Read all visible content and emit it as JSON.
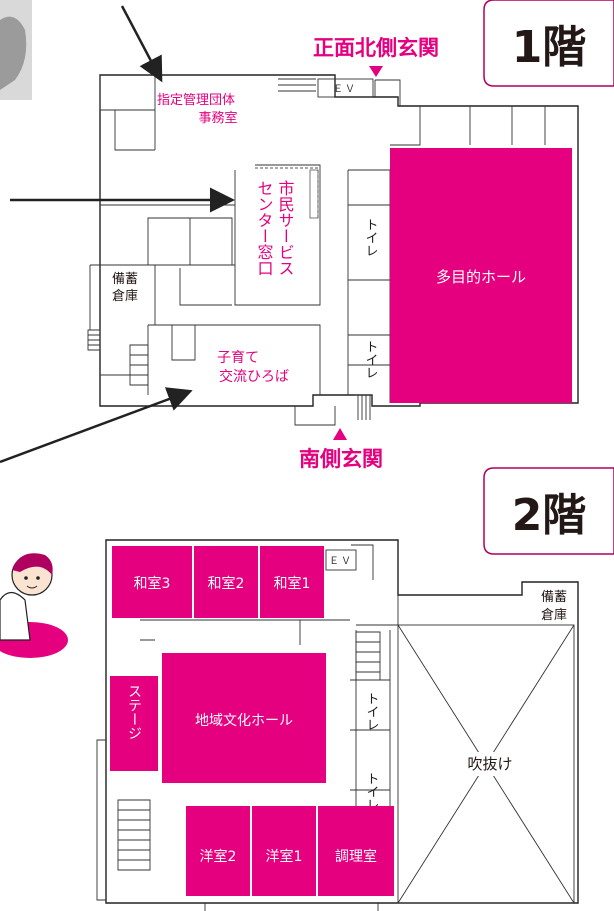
{
  "colors": {
    "accent": "#e4007f",
    "wall": "#222222",
    "text": "#231815"
  },
  "floor1": {
    "badge": "1階",
    "north_entrance": "正面北側玄関",
    "south_entrance": "南側玄関",
    "ev": "ＥＶ",
    "office_line1": "指定管理団体",
    "office_line2": "事務室",
    "service_col1": "市民サービス",
    "service_col2": "センター窓口",
    "storage_line1": "備蓄",
    "storage_line2": "倉庫",
    "kids_line1": "子育て",
    "kids_line2": "交流ひろば",
    "toilet": "トイレ",
    "hall": "多目的ホール"
  },
  "floor2": {
    "badge": "2階",
    "ev": "ＥＶ",
    "washitsu3": "和室3",
    "washitsu2": "和室2",
    "washitsu1": "和室1",
    "storage_line1": "備蓄",
    "storage_line2": "倉庫",
    "stage": "ステージ",
    "culture_hall": "地域文化ホール",
    "toilet": "トイレ",
    "atrium": "吹抜け",
    "youshitsu2": "洋室2",
    "youshitsu1": "洋室1",
    "kitchen": "調理室"
  }
}
